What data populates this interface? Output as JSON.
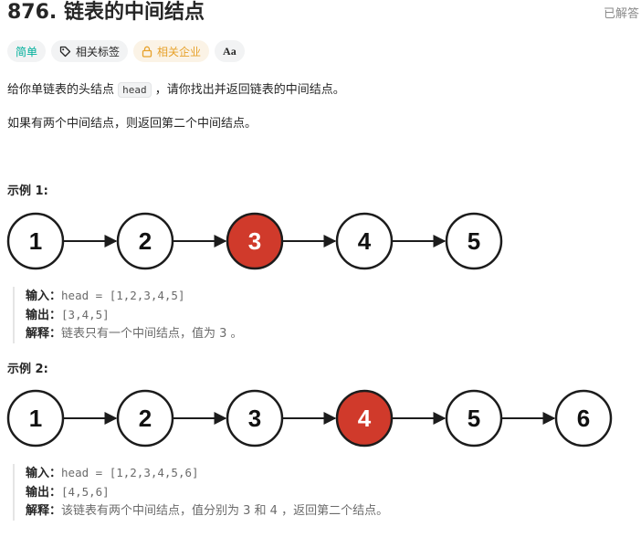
{
  "problem": {
    "title": "876. 链表的中间结点",
    "status": "已解答",
    "tags": {
      "difficulty": "简单",
      "related_tags": "相关标签",
      "related_companies": "相关企业",
      "font_toggle": "Aa"
    },
    "desc1_a": "给你单链表的头结点",
    "desc1_code": "head",
    "desc1_b": "，请你找出并返回链表的中间结点。",
    "desc2": "如果有两个中间结点，则返回第二个中间结点。"
  },
  "examples": [
    {
      "title": "示例 1:",
      "nodes": [
        "1",
        "2",
        "3",
        "4",
        "5"
      ],
      "highlight_index": 2,
      "input_label": "输入：",
      "input_value": "head = [1,2,3,4,5]",
      "output_label": "输出：",
      "output_value": "[3,4,5]",
      "explain_label": "解释：",
      "explain_value": "链表只有一个中间结点，值为 3 。"
    },
    {
      "title": "示例 2:",
      "nodes": [
        "1",
        "2",
        "3",
        "4",
        "5",
        "6"
      ],
      "highlight_index": 3,
      "input_label": "输入：",
      "input_value": "head = [1,2,3,4,5,6]",
      "output_label": "输出：",
      "output_value": "[4,5,6]",
      "explain_label": "解释：",
      "explain_value": "该链表有两个中间结点，值分别为 3 和 4 ，返回第二个结点。"
    }
  ],
  "colors": {
    "highlight_node": "#d03a2b",
    "easy": "#00af9b",
    "company": "#e7a12a"
  },
  "icons": [
    "tag-icon",
    "lock-icon",
    "font-icon"
  ]
}
